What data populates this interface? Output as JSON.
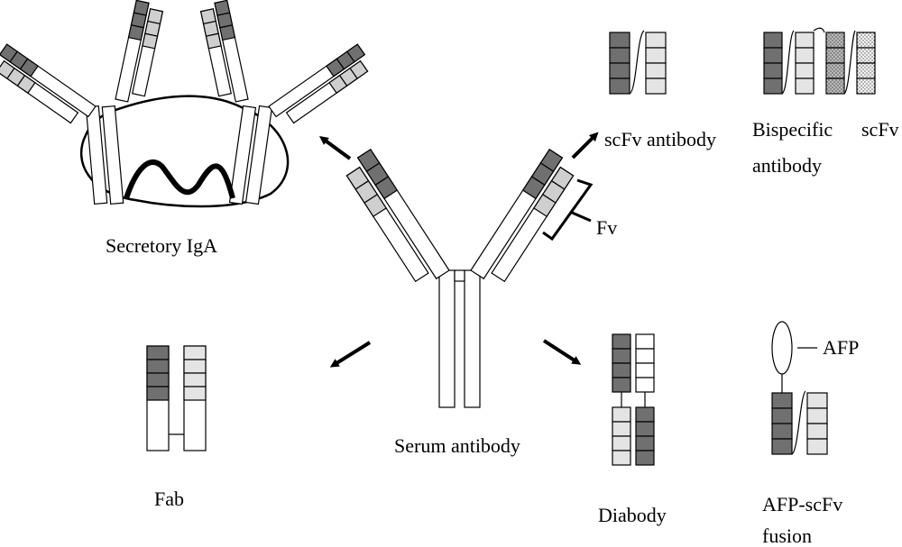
{
  "labels": {
    "secretory_iga": "Secretory IgA",
    "scfv_antibody": "scFv antibody",
    "bispecific_line1_a": "Bispecific",
    "bispecific_line1_b": "scFv",
    "bispecific_line2": "antibody",
    "fv": "Fv",
    "serum_antibody": "Serum antibody",
    "fab": "Fab",
    "diabody": "Diabody",
    "afp": "AFP",
    "afp_scfv_line1": "AFP-scFv",
    "afp_scfv_line2": "fusion"
  },
  "colors": {
    "dark": "#707070",
    "light": "#cfcfcf",
    "lighter": "#e4e4e4",
    "outline": "#000000"
  }
}
